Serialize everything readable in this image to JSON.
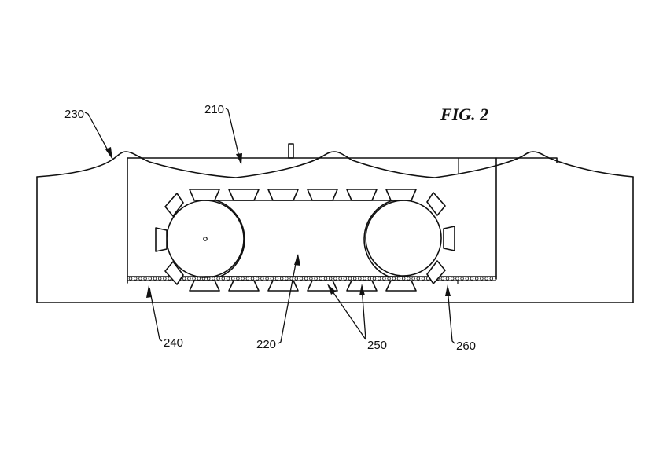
{
  "figure": {
    "title": "FIG. 2",
    "background": "#ffffff",
    "line_color": "#111111"
  },
  "reference_labels": [
    {
      "id": "230",
      "text": "230",
      "describes": "outer wave surface"
    },
    {
      "id": "210",
      "text": "210",
      "describes": "inner housing / wave surface"
    },
    {
      "id": "220",
      "text": "220",
      "describes": "track belt assembly"
    },
    {
      "id": "240",
      "text": "240",
      "describes": "left perforated bottom edge"
    },
    {
      "id": "250",
      "text": "250",
      "describes": "track pads"
    },
    {
      "id": "260",
      "text": "260",
      "describes": "right perforated bottom edge"
    }
  ],
  "components": {
    "wheels": [
      {
        "name": "left-wheel",
        "has_axle_dot": true
      },
      {
        "name": "right-wheel",
        "has_axle_dot": false
      }
    ],
    "top_pad_count": 6,
    "bottom_pad_count": 6,
    "side_pads_per_wheel": 3
  }
}
